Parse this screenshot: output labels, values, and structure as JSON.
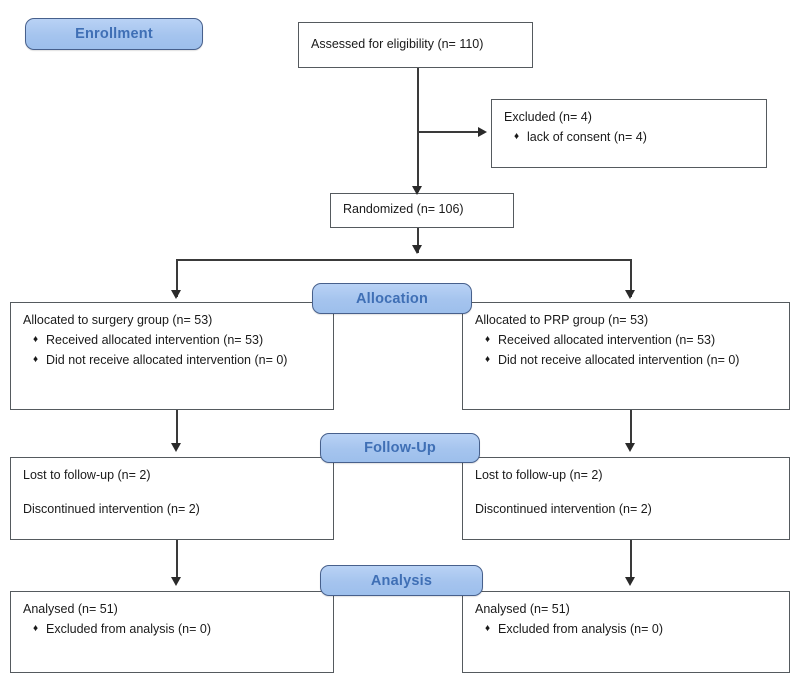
{
  "diagram": {
    "title": "CONSORT Participant Flow Diagram",
    "colors": {
      "badge_fill": "#a5c4ee",
      "badge_border": "#47608c",
      "badge_text": "#3f6fb5",
      "box_border": "#555a5e",
      "box_fill": "#ffffff",
      "connector": "#3a3a3a",
      "text": "#1a1a1a"
    }
  },
  "stages": {
    "enrollment": "Enrollment",
    "allocation": "Allocation",
    "followup": "Follow-Up",
    "analysis": "Analysis"
  },
  "boxes": {
    "assessed": {
      "line1": "Assessed for eligibility (n= 110)"
    },
    "excluded": {
      "line1": "Excluded (n= 4)",
      "bullet1": "lack of consent (n= 4)",
      "bullet_glyph": "♦"
    },
    "randomized": {
      "line1": "Randomized (n= 106)"
    },
    "alloc_left": {
      "line1": "Allocated to surgery group (n= 53)",
      "bullet1": "Received allocated intervention (n= 53)",
      "bullet2": "Did not receive allocated intervention (n= 0)",
      "bullet_glyph": "♦"
    },
    "alloc_right": {
      "line1": "Allocated to PRP group (n= 53)",
      "bullet1": "Received allocated intervention (n= 53)",
      "bullet2": "Did not receive allocated intervention (n= 0)",
      "bullet_glyph": "♦"
    },
    "followup_left": {
      "line1": "Lost to follow-up (n= 2)",
      "line2": "Discontinued intervention (n= 2)"
    },
    "followup_right": {
      "line1": "Lost to follow-up (n= 2)",
      "line2": "Discontinued intervention (n= 2)"
    },
    "analysis_left": {
      "line1": "Analysed (n= 51)",
      "bullet1": "Excluded from analysis (n= 0)",
      "bullet_glyph": "♦"
    },
    "analysis_right": {
      "line1": "Analysed (n= 51)",
      "bullet1": "Excluded from analysis (n= 0)",
      "bullet_glyph": "♦"
    }
  },
  "chart_data": {
    "type": "diagram",
    "title": "CONSORT Flow Diagram",
    "nodes": [
      {
        "id": "assessed",
        "stage": "Enrollment",
        "label": "Assessed for eligibility",
        "n": 110
      },
      {
        "id": "excluded",
        "stage": "Enrollment",
        "label": "Excluded",
        "n": 4,
        "reasons": [
          {
            "label": "lack of consent",
            "n": 4
          }
        ]
      },
      {
        "id": "randomized",
        "stage": "Enrollment",
        "label": "Randomized",
        "n": 106
      },
      {
        "id": "alloc_left",
        "stage": "Allocation",
        "label": "Allocated to surgery group",
        "n": 53,
        "details": [
          {
            "label": "Received allocated intervention",
            "n": 53
          },
          {
            "label": "Did not receive allocated intervention",
            "n": 0
          }
        ]
      },
      {
        "id": "alloc_right",
        "stage": "Allocation",
        "label": "Allocated to PRP group",
        "n": 53,
        "details": [
          {
            "label": "Received allocated intervention",
            "n": 53
          },
          {
            "label": "Did not receive allocated intervention",
            "n": 0
          }
        ]
      },
      {
        "id": "followup_left",
        "stage": "Follow-Up",
        "arm": "surgery",
        "details": [
          {
            "label": "Lost to follow-up",
            "n": 2
          },
          {
            "label": "Discontinued intervention",
            "n": 2
          }
        ]
      },
      {
        "id": "followup_right",
        "stage": "Follow-Up",
        "arm": "PRP",
        "details": [
          {
            "label": "Lost to follow-up",
            "n": 2
          },
          {
            "label": "Discontinued intervention",
            "n": 2
          }
        ]
      },
      {
        "id": "analysis_left",
        "stage": "Analysis",
        "label": "Analysed",
        "n": 51,
        "details": [
          {
            "label": "Excluded from analysis",
            "n": 0
          }
        ]
      },
      {
        "id": "analysis_right",
        "stage": "Analysis",
        "label": "Analysed",
        "n": 51,
        "details": [
          {
            "label": "Excluded from analysis",
            "n": 0
          }
        ]
      }
    ],
    "edges": [
      {
        "from": "assessed",
        "to": "excluded"
      },
      {
        "from": "assessed",
        "to": "randomized"
      },
      {
        "from": "randomized",
        "to": "alloc_left"
      },
      {
        "from": "randomized",
        "to": "alloc_right"
      },
      {
        "from": "alloc_left",
        "to": "followup_left"
      },
      {
        "from": "alloc_right",
        "to": "followup_right"
      },
      {
        "from": "followup_left",
        "to": "analysis_left"
      },
      {
        "from": "followup_right",
        "to": "analysis_right"
      }
    ]
  }
}
